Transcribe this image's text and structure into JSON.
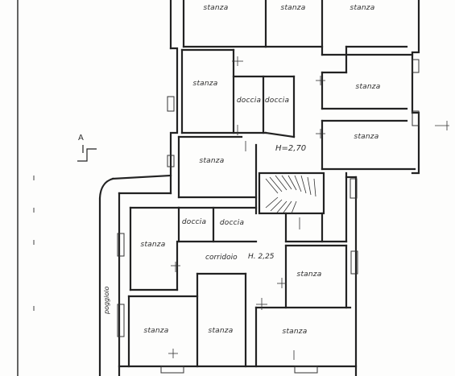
{
  "rooms": [
    {
      "id": "r1",
      "label": "stanza"
    },
    {
      "id": "r2",
      "label": "stanza"
    },
    {
      "id": "r3",
      "label": "stanza"
    },
    {
      "id": "r4",
      "label": "stanza"
    },
    {
      "id": "r5",
      "label": "doccia"
    },
    {
      "id": "r6",
      "label": "doccia"
    },
    {
      "id": "r7",
      "label": "stanza"
    },
    {
      "id": "r8",
      "label": "stanza"
    },
    {
      "id": "r9",
      "label": "stanza"
    },
    {
      "id": "r10",
      "label": "doccia"
    },
    {
      "id": "r11",
      "label": "doccia"
    },
    {
      "id": "r12",
      "label": "stanza"
    },
    {
      "id": "r13",
      "label": "stanza"
    },
    {
      "id": "r14",
      "label": "stanza"
    },
    {
      "id": "r15",
      "label": "stanza"
    },
    {
      "id": "r16",
      "label": "stanza"
    }
  ],
  "annotations": {
    "height_upper": "H=2,70",
    "corridor": "corridoio",
    "height_lower": "H. 2,25",
    "balcony": "poggiolo",
    "section_marker": "A"
  },
  "colors": {
    "wall": "#222222",
    "ink": "#2a2a2a",
    "paper": "#fdfdfc"
  }
}
